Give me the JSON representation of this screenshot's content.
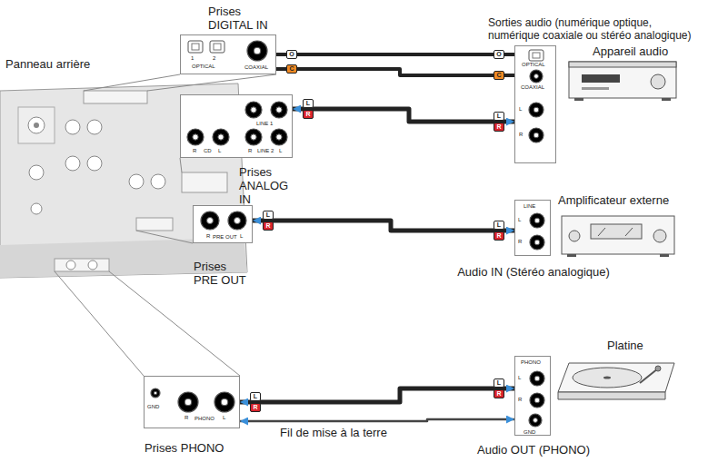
{
  "diagram": {
    "nodes": [
      {
        "text": [
          "Prises DIGITAL IN",
          "1",
          "OPTICAL",
          "2",
          "COAXIAL"
        ]
      },
      {
        "text": [
          "Prises ANALOG IN",
          "LINE 1",
          "R",
          "CD",
          "L",
          "R",
          "LINE 2",
          "L"
        ]
      },
      {
        "text": [
          "Prises PRE OUT",
          "R",
          "PRE OUT",
          "L"
        ]
      },
      {
        "text": [
          "Prises PHONO",
          "GND",
          "R",
          "PHONO",
          "L"
        ]
      },
      {
        "text": [
          "Sorties audio (numérique optique, numérique coaxiale ou stéréo analogique)",
          "OPTICAL",
          "COAXIAL",
          "L",
          "R"
        ]
      },
      {
        "text": [
          "Audio IN (Stéréo analogique)",
          "LINE",
          "L",
          "R"
        ]
      },
      {
        "text": [
          "Audio OUT (PHONO)",
          "PHONO",
          "L",
          "R",
          "GND"
        ]
      }
    ],
    "edges": [
      {
        "from": 0,
        "to": 4,
        "arrow": "none"
      },
      {
        "from": 0,
        "to": 4,
        "arrow": "none"
      },
      {
        "from": 1,
        "to": 4,
        "arrow": "both"
      },
      {
        "from": 2,
        "to": 5,
        "arrow": "both"
      },
      {
        "from": 3,
        "to": 6,
        "arrow": "both"
      },
      {
        "from": 3,
        "to": 6,
        "label": "Fil de mise à la terre",
        "arrow": "both"
      }
    ],
    "labels": [
      "Panneau arrière",
      "Appareil audio",
      "Amplificateur externe",
      "Platine",
      "O",
      "O",
      "C",
      "C",
      "L",
      "R",
      "L",
      "R",
      "L",
      "R",
      "L",
      "R",
      "L",
      "R",
      "L",
      "R"
    ]
  }
}
